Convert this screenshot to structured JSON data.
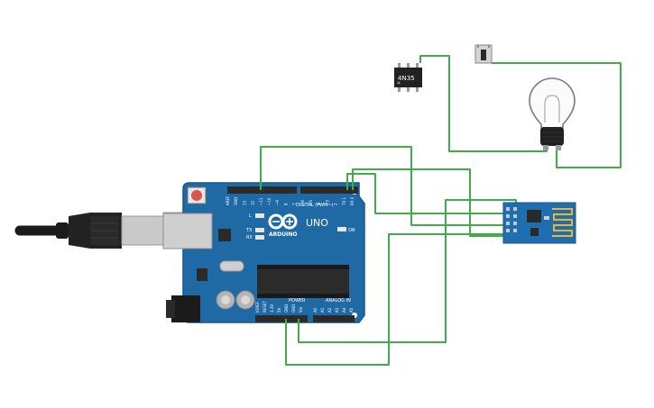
{
  "board": {
    "brand": "ARDUINO",
    "model": "UNO",
    "digital_label": "DIGITAL (PWM~)",
    "power_label": "POWER",
    "analog_label": "ANALOG IN",
    "on_label": "ON",
    "tx_label": "TX",
    "rx_label": "RX",
    "l_label": "L",
    "digital_pins": [
      "AREF",
      "GND",
      "13",
      "12",
      "~11",
      "~10",
      "~9",
      "8",
      "7",
      "~6",
      "~5",
      "4",
      "~3",
      "2",
      "TX 1",
      "RX 0"
    ],
    "power_pins": [
      "IOREF",
      "RESET",
      "3.3V",
      "5V",
      "GND",
      "GND",
      "Vin"
    ],
    "analog_pins": [
      "A0",
      "A1",
      "A2",
      "A3",
      "A4",
      "A5"
    ]
  },
  "optocoupler": {
    "label": "4N35"
  },
  "colors": {
    "wire": "#3fae49",
    "board": "#1f6aa5",
    "board_dark": "#17578a",
    "wifi_module": "#1f6fb0",
    "header": "#2b2b2b",
    "bulb_base": "#1f1f1f"
  },
  "icons": [
    "usb-cable-icon",
    "reset-button-icon",
    "wifi-antenna-icon",
    "push-button-icon",
    "light-bulb-icon"
  ]
}
